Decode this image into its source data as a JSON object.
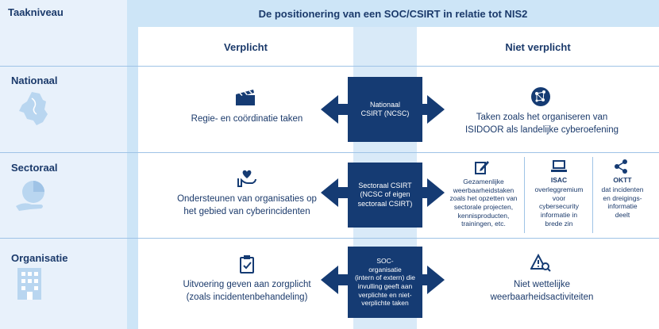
{
  "header": {
    "left_title": "Taakniveau",
    "main_title": "De positionering van een SOC/CSIRT in relatie tot NIS2"
  },
  "columns": {
    "left": "Verplicht",
    "right": "Niet verplicht"
  },
  "rows": {
    "nationaal": {
      "label": "Nationaal",
      "center_text": "Nationaal\nCSIRT (NCSC)",
      "left_text": "Regie- en coördinatie taken",
      "right_text": "Taken zoals het organiseren van\nISIDOOR als landelijke cyberoefening"
    },
    "sectoraal": {
      "label": "Sectoraal",
      "center_text": "Sectoraal CSIRT\n(NCSC of eigen\nsectoraal CSIRT)",
      "left_text": "Ondersteunen van organisaties op\nhet gebied van cyberincidenten",
      "right_sub": [
        {
          "title": "",
          "text": "Gezamenlijke\nweerbaarheidstaken\nzoals het opzetten van\nsectorale projecten,\nkennisproducten,\ntrainingen, etc."
        },
        {
          "title": "ISAC",
          "text": "overleggremium\nvoor\ncybersecurity\ninformatie in\nbrede zin"
        },
        {
          "title": "OKTT",
          "text": "dat incidenten\nen dreigings-\ninformatie\ndeelt"
        }
      ]
    },
    "organisatie": {
      "label": "Organisatie",
      "center_text": "SOC-\norganisatie\n(intern of extern) die\ninvulling geeft aan\nverplichte en niet-\nverplichte taken",
      "left_text": "Uitvoering geven aan zorgplicht\n(zoals incidentenbehandeling)",
      "right_text": "Niet wettelijke\nweerbaarheidsactiviteiten"
    }
  },
  "colors": {
    "navy": "#153b73",
    "light_blue": "#cde5f7",
    "pale_blue": "#e8f1fb"
  }
}
